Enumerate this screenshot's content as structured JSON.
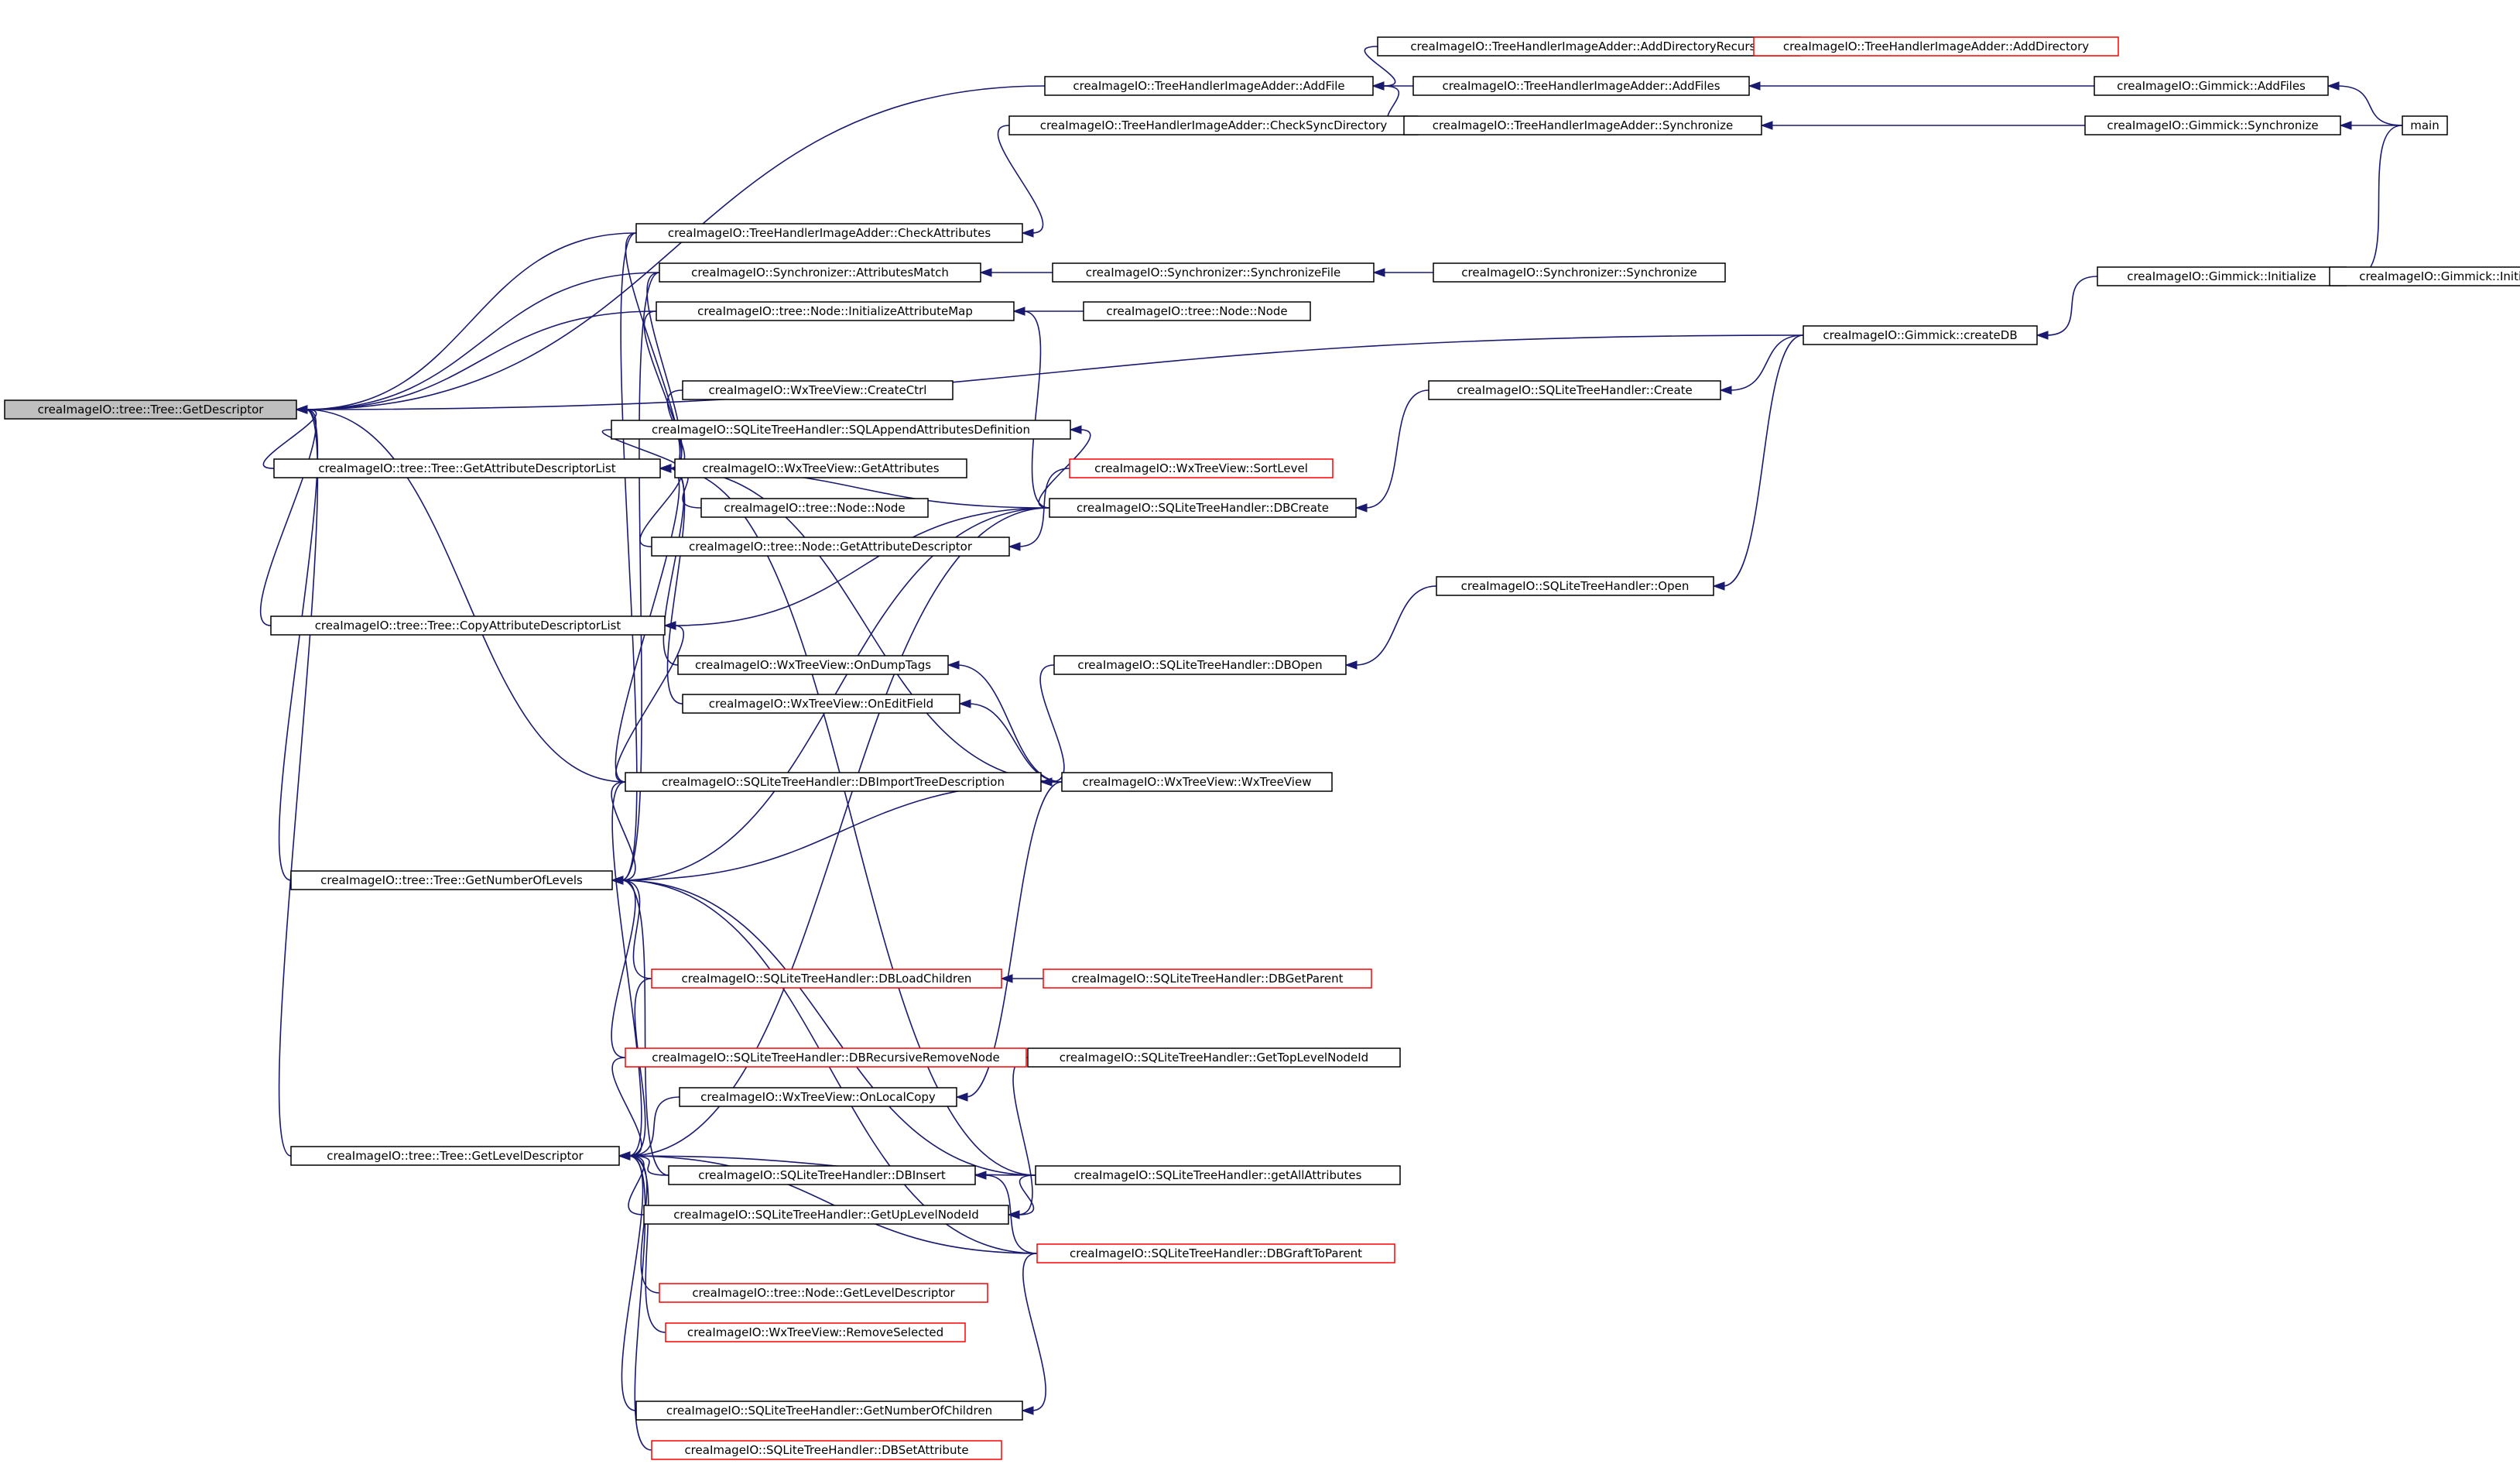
{
  "diagram": {
    "type": "call-graph",
    "colors": {
      "edge": "#191970",
      "box_default": "#000000",
      "box_truncated": "#ff0000",
      "box_focus_fill": "#bfbfbf",
      "text": "#000000"
    },
    "nodes": [
      {
        "id": "n00",
        "label": "creaImageIO::tree::Tree::GetDescriptor",
        "style": "focus"
      },
      {
        "id": "n01",
        "label": "creaImageIO::tree::Tree::GetAttributeDescriptorList",
        "style": "normal"
      },
      {
        "id": "n02",
        "label": "creaImageIO::tree::Tree::CopyAttributeDescriptorList",
        "style": "normal"
      },
      {
        "id": "n03",
        "label": "creaImageIO::tree::Tree::GetNumberOfLevels",
        "style": "normal"
      },
      {
        "id": "n04",
        "label": "creaImageIO::tree::Tree::GetLevelDescriptor",
        "style": "normal"
      },
      {
        "id": "n05",
        "label": "creaImageIO::TreeHandlerImageAdder::CheckAttributes",
        "style": "normal"
      },
      {
        "id": "n06",
        "label": "creaImageIO::Synchronizer::AttributesMatch",
        "style": "normal"
      },
      {
        "id": "n07",
        "label": "creaImageIO::tree::Node::InitializeAttributeMap",
        "style": "normal"
      },
      {
        "id": "n08",
        "label": "creaImageIO::WxTreeView::CreateCtrl",
        "style": "normal"
      },
      {
        "id": "n09",
        "label": "creaImageIO::SQLiteTreeHandler::SQLAppendAttributesDefinition",
        "style": "normal"
      },
      {
        "id": "n10",
        "label": "creaImageIO::WxTreeView::GetAttributes",
        "style": "normal"
      },
      {
        "id": "n11",
        "label": "creaImageIO::tree::Node::Node",
        "style": "normal"
      },
      {
        "id": "n12",
        "label": "creaImageIO::tree::Node::GetAttributeDescriptor",
        "style": "normal"
      },
      {
        "id": "n13",
        "label": "creaImageIO::WxTreeView::OnDumpTags",
        "style": "normal"
      },
      {
        "id": "n14",
        "label": "creaImageIO::WxTreeView::OnEditField",
        "style": "normal"
      },
      {
        "id": "n15",
        "label": "creaImageIO::SQLiteTreeHandler::DBImportTreeDescription",
        "style": "normal"
      },
      {
        "id": "n16",
        "label": "creaImageIO::SQLiteTreeHandler::DBLoadChildren",
        "style": "truncated"
      },
      {
        "id": "n17",
        "label": "creaImageIO::SQLiteTreeHandler::DBRecursiveRemoveNode",
        "style": "truncated"
      },
      {
        "id": "n18",
        "label": "creaImageIO::WxTreeView::OnLocalCopy",
        "style": "normal"
      },
      {
        "id": "n19",
        "label": "creaImageIO::SQLiteTreeHandler::DBInsert",
        "style": "normal"
      },
      {
        "id": "n20",
        "label": "creaImageIO::SQLiteTreeHandler::GetUpLevelNodeId",
        "style": "normal"
      },
      {
        "id": "n21",
        "label": "creaImageIO::tree::Node::GetLevelDescriptor",
        "style": "truncated"
      },
      {
        "id": "n22",
        "label": "creaImageIO::WxTreeView::RemoveSelected",
        "style": "truncated"
      },
      {
        "id": "n23",
        "label": "creaImageIO::SQLiteTreeHandler::GetNumberOfChildren",
        "style": "normal"
      },
      {
        "id": "n24",
        "label": "creaImageIO::SQLiteTreeHandler::DBSetAttribute",
        "style": "truncated"
      },
      {
        "id": "n25",
        "label": "creaImageIO::TreeHandlerImageAdder::AddFile",
        "style": "normal"
      },
      {
        "id": "n26",
        "label": "creaImageIO::TreeHandlerImageAdder::CheckSyncDirectory",
        "style": "normal"
      },
      {
        "id": "n27",
        "label": "creaImageIO::Synchronizer::SynchronizeFile",
        "style": "normal"
      },
      {
        "id": "n28",
        "label": "creaImageIO::tree::Node::Node",
        "style": "normal"
      },
      {
        "id": "n29",
        "label": "creaImageIO::WxTreeView::SortLevel",
        "style": "truncated"
      },
      {
        "id": "n30",
        "label": "creaImageIO::SQLiteTreeHandler::DBCreate",
        "style": "normal"
      },
      {
        "id": "n31",
        "label": "creaImageIO::SQLiteTreeHandler::DBOpen",
        "style": "normal"
      },
      {
        "id": "n32",
        "label": "creaImageIO::WxTreeView::WxTreeView",
        "style": "normal"
      },
      {
        "id": "n33",
        "label": "creaImageIO::SQLiteTreeHandler::DBGetParent",
        "style": "truncated"
      },
      {
        "id": "n34",
        "label": "creaImageIO::SQLiteTreeHandler::GetTopLevelNodeId",
        "style": "normal"
      },
      {
        "id": "n35",
        "label": "creaImageIO::SQLiteTreeHandler::getAllAttributes",
        "style": "normal"
      },
      {
        "id": "n36",
        "label": "creaImageIO::SQLiteTreeHandler::DBGraftToParent",
        "style": "truncated"
      },
      {
        "id": "n37",
        "label": "creaImageIO::TreeHandlerImageAdder::AddDirectoryRecursor",
        "style": "normal"
      },
      {
        "id": "n38",
        "label": "creaImageIO::TreeHandlerImageAdder::AddFiles",
        "style": "normal"
      },
      {
        "id": "n39",
        "label": "creaImageIO::TreeHandlerImageAdder::Synchronize",
        "style": "normal"
      },
      {
        "id": "n40",
        "label": "creaImageIO::Synchronizer::Synchronize",
        "style": "normal"
      },
      {
        "id": "n41",
        "label": "creaImageIO::SQLiteTreeHandler::Create",
        "style": "normal"
      },
      {
        "id": "n42",
        "label": "creaImageIO::SQLiteTreeHandler::Open",
        "style": "normal"
      },
      {
        "id": "n43",
        "label": "creaImageIO::TreeHandlerImageAdder::AddDirectory",
        "style": "truncated"
      },
      {
        "id": "n44",
        "label": "creaImageIO::Gimmick::createDB",
        "style": "normal"
      },
      {
        "id": "n45",
        "label": "creaImageIO::Gimmick::AddFiles",
        "style": "normal"
      },
      {
        "id": "n46",
        "label": "creaImageIO::Gimmick::Synchronize",
        "style": "normal"
      },
      {
        "id": "n47",
        "label": "creaImageIO::Gimmick::Initialize",
        "style": "normal"
      },
      {
        "id": "n48",
        "label": "main",
        "style": "normal"
      },
      {
        "id": "n49",
        "label": "creaImageIO::Gimmick::Initialize",
        "style": "normal"
      }
    ],
    "edges": [
      [
        "n01",
        "n00"
      ],
      [
        "n02",
        "n00"
      ],
      [
        "n03",
        "n00"
      ],
      [
        "n04",
        "n00"
      ],
      [
        "n05",
        "n00"
      ],
      [
        "n06",
        "n00"
      ],
      [
        "n07",
        "n00"
      ],
      [
        "n15",
        "n00"
      ],
      [
        "n25",
        "n00"
      ],
      [
        "n44",
        "n00"
      ],
      [
        "n05",
        "n01"
      ],
      [
        "n06",
        "n01"
      ],
      [
        "n07",
        "n01"
      ],
      [
        "n08",
        "n01"
      ],
      [
        "n09",
        "n01"
      ],
      [
        "n10",
        "n01"
      ],
      [
        "n11",
        "n01"
      ],
      [
        "n12",
        "n01"
      ],
      [
        "n13",
        "n01"
      ],
      [
        "n14",
        "n01"
      ],
      [
        "n15",
        "n01"
      ],
      [
        "n30",
        "n01"
      ],
      [
        "n32",
        "n01"
      ],
      [
        "n35",
        "n01"
      ],
      [
        "n15",
        "n02"
      ],
      [
        "n30",
        "n02"
      ],
      [
        "n05",
        "n03"
      ],
      [
        "n06",
        "n03"
      ],
      [
        "n15",
        "n03"
      ],
      [
        "n16",
        "n03"
      ],
      [
        "n17",
        "n03"
      ],
      [
        "n19",
        "n03"
      ],
      [
        "n30",
        "n03"
      ],
      [
        "n32",
        "n03"
      ],
      [
        "n35",
        "n03"
      ],
      [
        "n36",
        "n03"
      ],
      [
        "n15",
        "n04"
      ],
      [
        "n16",
        "n04"
      ],
      [
        "n17",
        "n04"
      ],
      [
        "n18",
        "n04"
      ],
      [
        "n19",
        "n04"
      ],
      [
        "n20",
        "n04"
      ],
      [
        "n21",
        "n04"
      ],
      [
        "n22",
        "n04"
      ],
      [
        "n23",
        "n04"
      ],
      [
        "n24",
        "n04"
      ],
      [
        "n30",
        "n04"
      ],
      [
        "n35",
        "n04"
      ],
      [
        "n36",
        "n04"
      ],
      [
        "n26",
        "n05"
      ],
      [
        "n27",
        "n06"
      ],
      [
        "n28",
        "n07"
      ],
      [
        "n30",
        "n07"
      ],
      [
        "n30",
        "n09"
      ],
      [
        "n29",
        "n12"
      ],
      [
        "n32",
        "n13"
      ],
      [
        "n32",
        "n14"
      ],
      [
        "n31",
        "n15"
      ],
      [
        "n33",
        "n16"
      ],
      [
        "n32",
        "n18"
      ],
      [
        "n36",
        "n19"
      ],
      [
        "n34",
        "n20"
      ],
      [
        "n35",
        "n20"
      ],
      [
        "n36",
        "n23"
      ],
      [
        "n37",
        "n25"
      ],
      [
        "n38",
        "n25"
      ],
      [
        "n39",
        "n25"
      ],
      [
        "n39",
        "n26"
      ],
      [
        "n40",
        "n27"
      ],
      [
        "n41",
        "n30"
      ],
      [
        "n42",
        "n31"
      ],
      [
        "n43",
        "n37"
      ],
      [
        "n45",
        "n38"
      ],
      [
        "n46",
        "n39"
      ],
      [
        "n47",
        "n44"
      ],
      [
        "n44",
        "n41"
      ],
      [
        "n44",
        "n42"
      ],
      [
        "n48",
        "n45"
      ],
      [
        "n48",
        "n46"
      ],
      [
        "n48",
        "n47"
      ],
      [
        "n49",
        "n47"
      ]
    ]
  }
}
